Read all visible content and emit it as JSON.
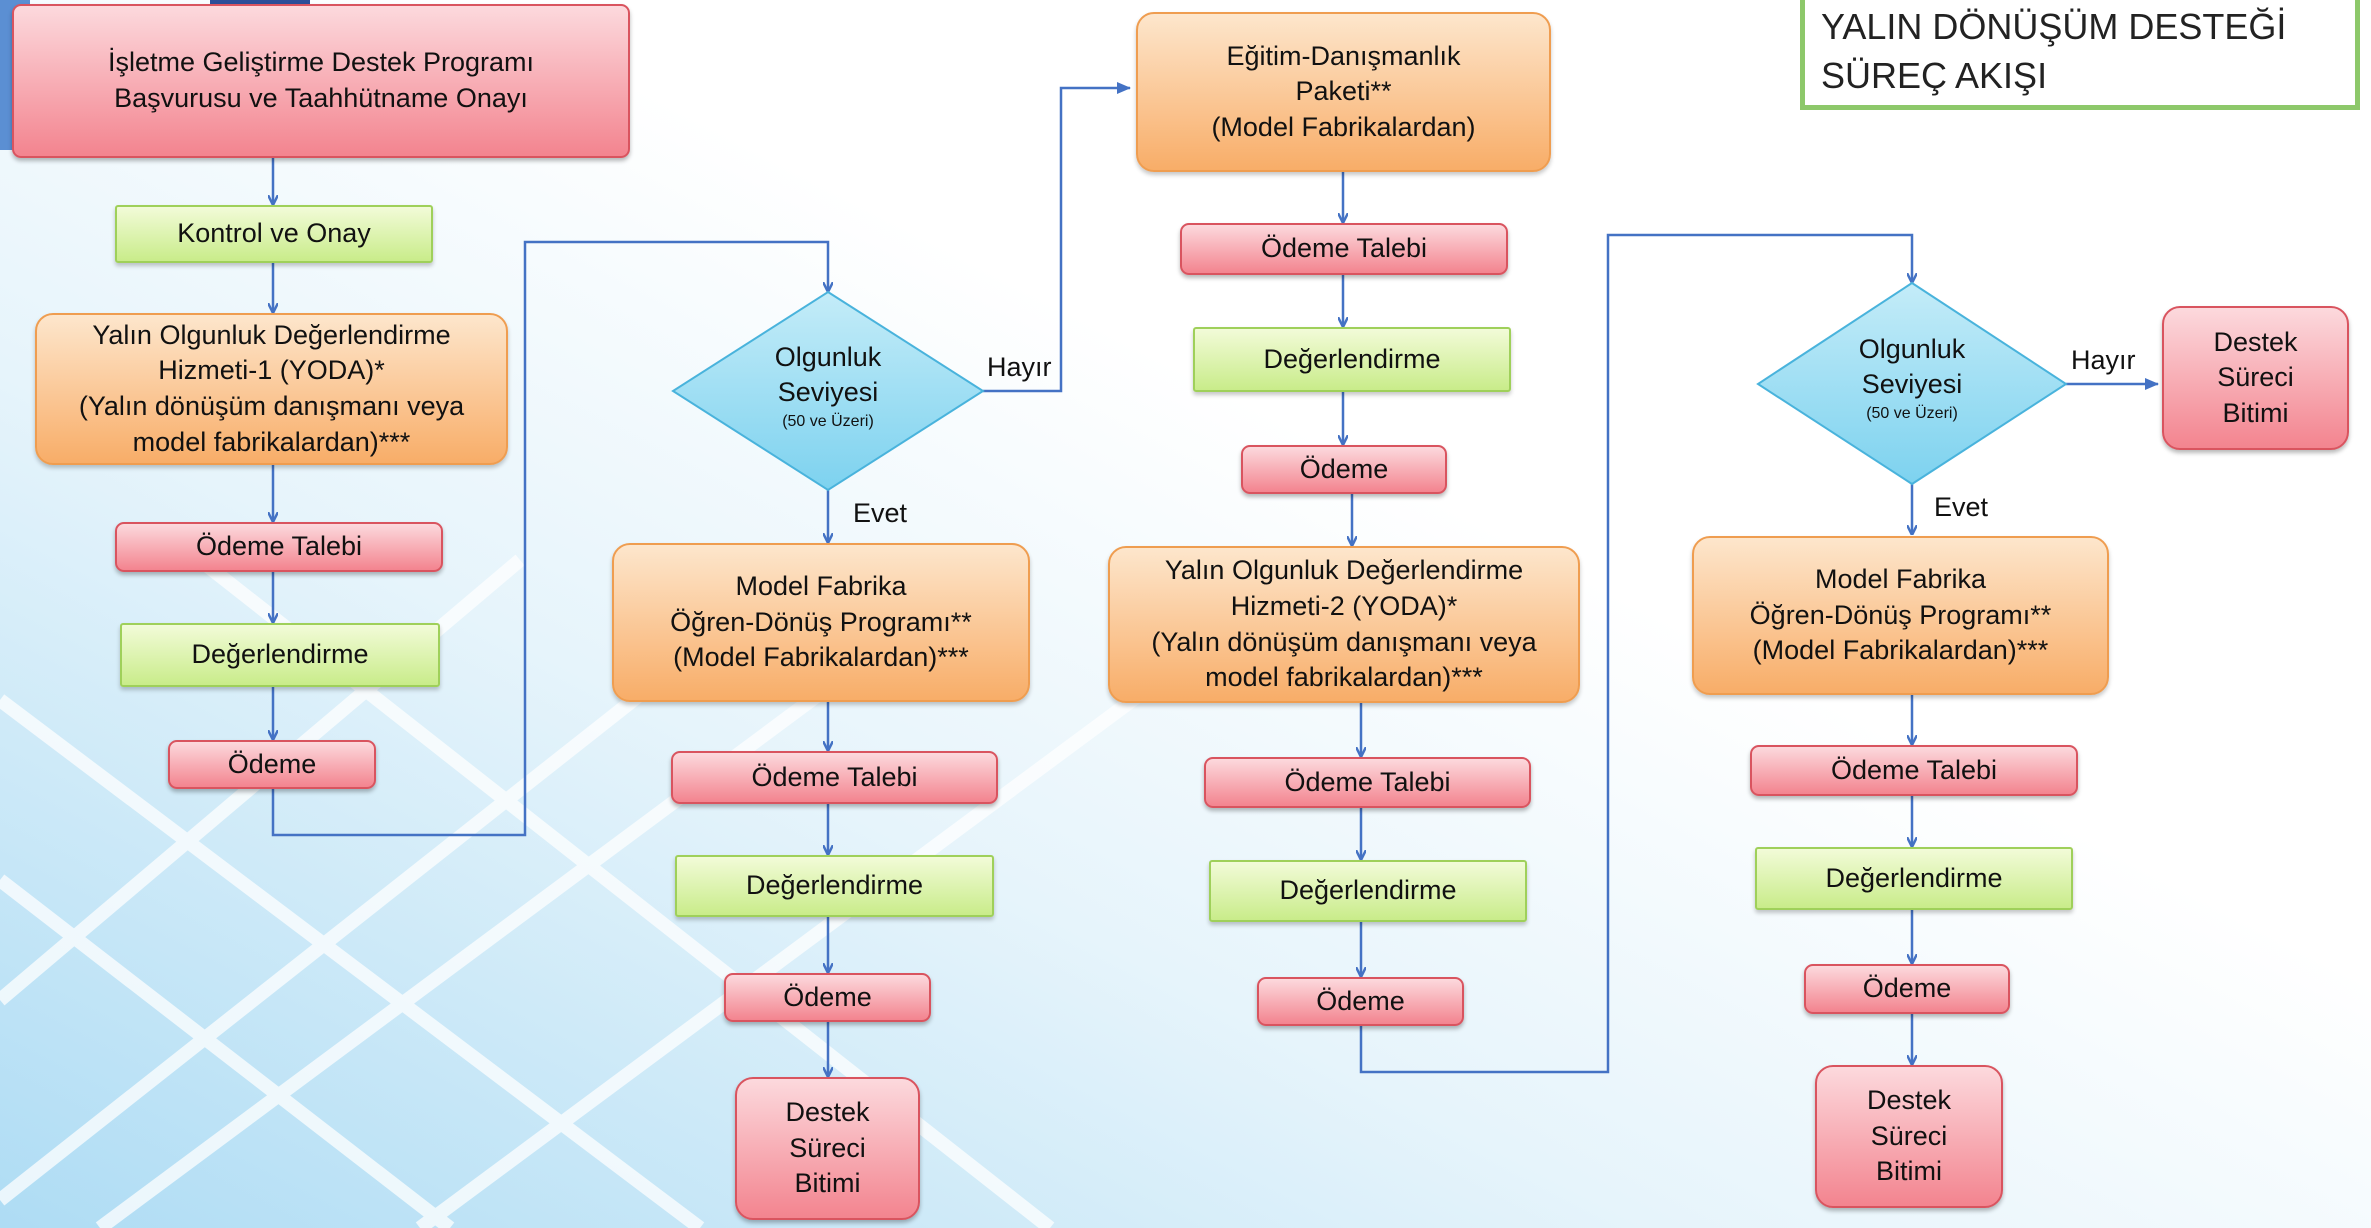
{
  "title": "YALIN DÖNÜŞÜM DESTEĞİ\nSÜREÇ AKIŞI",
  "colors": {
    "red_node": "#f3848f",
    "orange_node": "#f8ad68",
    "green_node": "#c9ec8a",
    "decision": "#8fdbf2",
    "connector": "#4472c4",
    "title_border": "#8dc86a"
  },
  "nodes": {
    "n1": "İşletme Geliştirme Destek Programı\nBaşvurusu ve Taahhütname Onayı",
    "n2": "Kontrol ve Onay",
    "n3": "Yalın Olgunluk Değerlendirme\nHizmeti-1 (YODA)*\n(Yalın dönüşüm danışmanı veya\nmodel fabrikalardan)***",
    "n4": "Ödeme Talebi",
    "n5": "Değerlendirme",
    "n6": "Ödeme",
    "d1": {
      "label": "Olgunluk\nSeviyesi",
      "sublabel": "(50 ve Üzeri)"
    },
    "n7": "Model Fabrika\nÖğren-Dönüş Programı**\n(Model Fabrikalardan)***",
    "n8": "Ödeme Talebi",
    "n9": "Değerlendirme",
    "n10": "Ödeme",
    "n11": "Destek\nSüreci\nBitimi",
    "n12": "Eğitim-Danışmanlık\nPaketi**\n(Model Fabrikalardan)",
    "n13": "Ödeme Talebi",
    "n14": "Değerlendirme",
    "n15": "Ödeme",
    "n16": "Yalın Olgunluk Değerlendirme\nHizmeti-2 (YODA)*\n(Yalın dönüşüm danışmanı veya\nmodel fabrikalardan)***",
    "n17": "Ödeme Talebi",
    "n18": "Değerlendirme",
    "n19": "Ödeme",
    "d2": {
      "label": "Olgunluk\nSeviyesi",
      "sublabel": "(50 ve Üzeri)"
    },
    "n20": "Destek\nSüreci\nBitimi",
    "n21": "Model Fabrika\nÖğren-Dönüş Programı**\n(Model Fabrikalardan)***",
    "n22": "Ödeme Talebi",
    "n23": "Değerlendirme",
    "n24": "Ödeme",
    "n25": "Destek\nSüreci\nBitimi"
  },
  "edge_labels": {
    "d1_no": "Hayır",
    "d1_yes": "Evet",
    "d2_no": "Hayır",
    "d2_yes": "Evet"
  }
}
